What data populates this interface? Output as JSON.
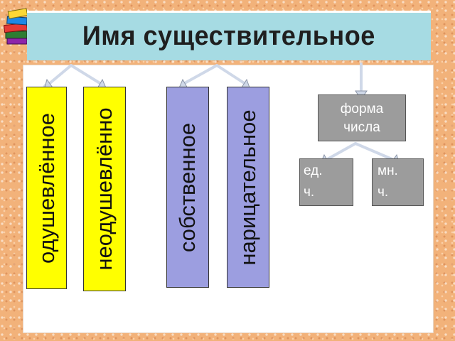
{
  "title": "Имя существительное",
  "columns": {
    "animate": "одушевлённое",
    "inanimate": "неодушевлённо",
    "proper": "собственное",
    "common": "нарицательное"
  },
  "number": {
    "label_line1": "форма",
    "label_line2": "числа",
    "singular_line1": "ед.",
    "singular_line2": "ч.",
    "plural_line1": "мн.",
    "plural_line2": "ч."
  },
  "colors": {
    "title_background": "#a6dbe3",
    "yellow_column": "#ffff00",
    "lilac_column": "#9c9ee0",
    "grey_box": "#9c9c9c",
    "arrow": "#cfd8e8"
  },
  "icons": [
    "books-icon",
    "arrow-icon"
  ]
}
